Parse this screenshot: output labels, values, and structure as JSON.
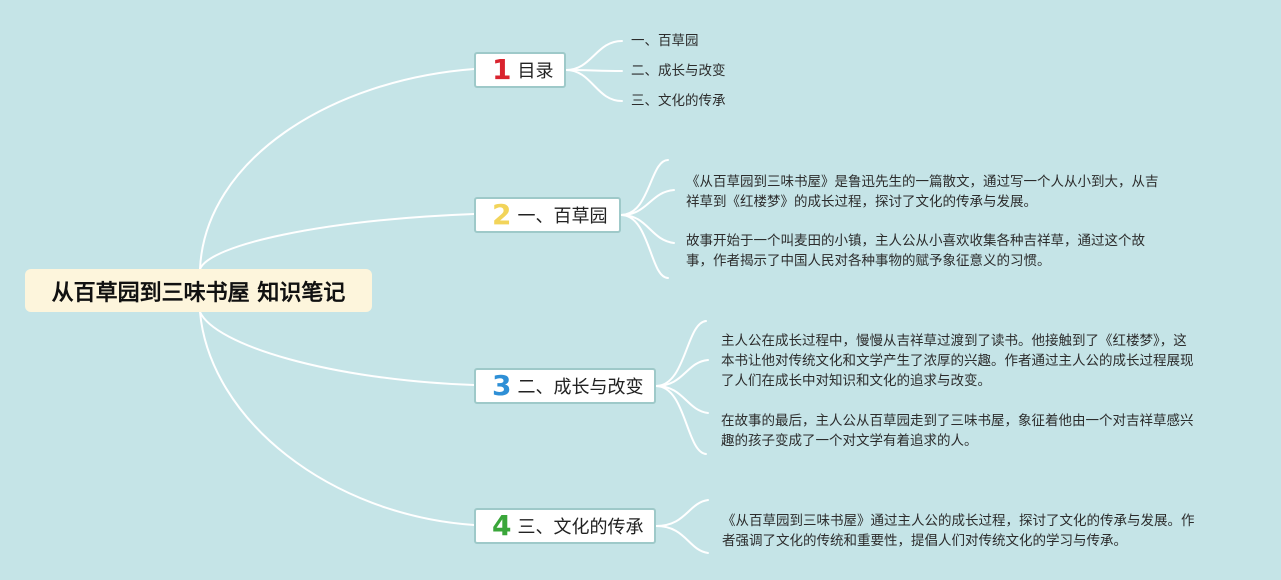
{
  "mindmap": {
    "root": "从百草园到三味书屋 知识笔记",
    "colors": {
      "background": "#c5e4e7",
      "root_fill": "#fdf5dc",
      "branch_border": "#9ec9c9",
      "connector": "#ffffff"
    },
    "branches": [
      {
        "number": "1",
        "number_color": "#d9232e",
        "label": "目录",
        "children": [
          "一、百草园",
          "二、成长与改变",
          "三、文化的传承"
        ]
      },
      {
        "number": "2",
        "number_color": "#f2d45a",
        "label": "一、百草园",
        "children": [
          [
            "《从百草园到三味书屋》是鲁迅先生的一篇散文，通过写一个人从小到大，从吉",
            "祥草到《红楼梦》的成长过程，探讨了文化的传承与发展。"
          ],
          [
            "故事开始于一个叫麦田的小镇，主人公从小喜欢收集各种吉祥草，通过这个故",
            "事，作者揭示了中国人民对各种事物的赋予象征意义的习惯。"
          ]
        ]
      },
      {
        "number": "3",
        "number_color": "#2e8fd6",
        "label": "二、成长与改变",
        "children": [
          [
            "主人公在成长过程中，慢慢从吉祥草过渡到了读书。他接触到了《红楼梦》，这",
            "本书让他对传统文化和文学产生了浓厚的兴趣。作者通过主人公的成长过程展现",
            "了人们在成长中对知识和文化的追求与改变。"
          ],
          [
            "在故事的最后，主人公从百草园走到了三味书屋，象征着他由一个对吉祥草感兴",
            "趣的孩子变成了一个对文学有着追求的人。"
          ]
        ]
      },
      {
        "number": "4",
        "number_color": "#3aa63a",
        "label": "三、文化的传承",
        "children": [
          [
            "《从百草园到三味书屋》通过主人公的成长过程，探讨了文化的传承与发展。作",
            "者强调了文化的传统和重要性，提倡人们对传统文化的学习与传承。"
          ]
        ]
      }
    ]
  }
}
